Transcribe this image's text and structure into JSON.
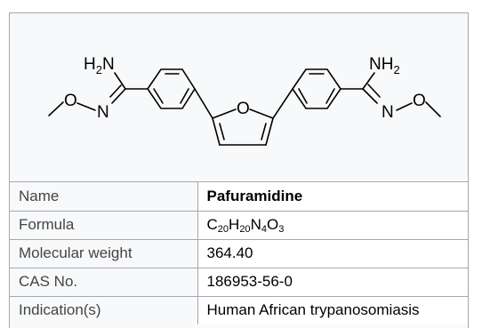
{
  "structure": {
    "atoms": {
      "left_amine_H": "H",
      "left_amine_sub": "2",
      "left_amine_N": "N",
      "left_imine_N": "N",
      "left_oxime_O": "O",
      "furan_O": "O",
      "right_amine_N": "NH",
      "right_amine_sub": "2",
      "right_imine_N": "N",
      "right_oxime_O": "O"
    }
  },
  "properties": [
    {
      "label": "Name",
      "value": "Pafuramidine"
    },
    {
      "label": "Formula",
      "formula": [
        {
          "text": "C"
        },
        {
          "sub": "20"
        },
        {
          "text": "H"
        },
        {
          "sub": "20"
        },
        {
          "text": "N"
        },
        {
          "sub": "4"
        },
        {
          "text": "O"
        },
        {
          "sub": "3"
        }
      ]
    },
    {
      "label": "Molecular weight",
      "value": "364.40"
    },
    {
      "label": "CAS No.",
      "value": "186953-56-0"
    },
    {
      "label": "Indication(s)",
      "value": "Human African trypanosomiasis"
    }
  ]
}
